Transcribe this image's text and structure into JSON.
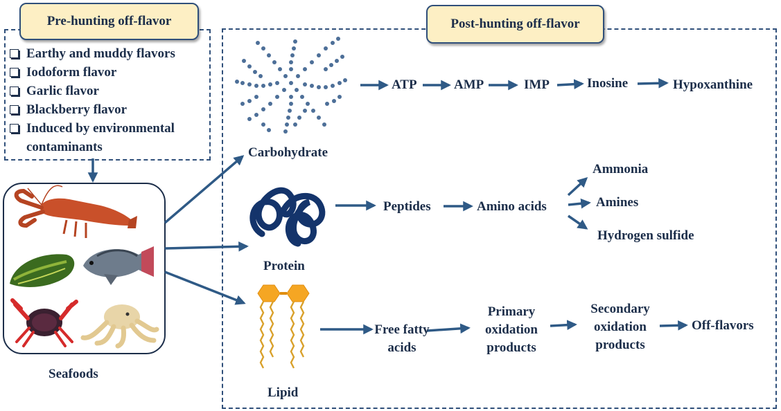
{
  "pre_hunting": {
    "title": "Pre-hunting off-flavor",
    "items": [
      "Earthy and muddy flavors",
      "Iodoform flavor",
      "Garlic flavor",
      "Blackberry flavor",
      "Induced by environmental contaminants"
    ]
  },
  "seafoods": {
    "label": "Seafoods",
    "items": [
      "crayfish-icon",
      "mussel-icon",
      "tilapia-fish-icon",
      "crab-icon",
      "octopus-icon"
    ]
  },
  "post_hunting": {
    "title": "Post-hunting off-flavor"
  },
  "carbohydrate": {
    "label": "Carbohydrate",
    "chain": [
      "ATP",
      "AMP",
      "IMP",
      "Inosine",
      "Hypoxanthine"
    ]
  },
  "protein": {
    "label": "Protein",
    "chain": [
      "Peptides",
      "Amino acids"
    ],
    "products": [
      "Ammonia",
      "Amines",
      "Hydrogen sulfide"
    ]
  },
  "lipid": {
    "label": "Lipid",
    "chain": [
      "Free fatty acids",
      "Primary oxidation products",
      "Secondary oxidation products",
      "Off-flavors"
    ]
  },
  "colors": {
    "arrow": "#2f5a86",
    "border": "#2f4f7a",
    "title_fill": "#fdefc4",
    "text": "#1c2e4a",
    "hexagon": "#f5a623",
    "chain_gold": "#d9a12b",
    "protein_coil": "#14346b",
    "glycogen_dot": "#4d6f98"
  }
}
